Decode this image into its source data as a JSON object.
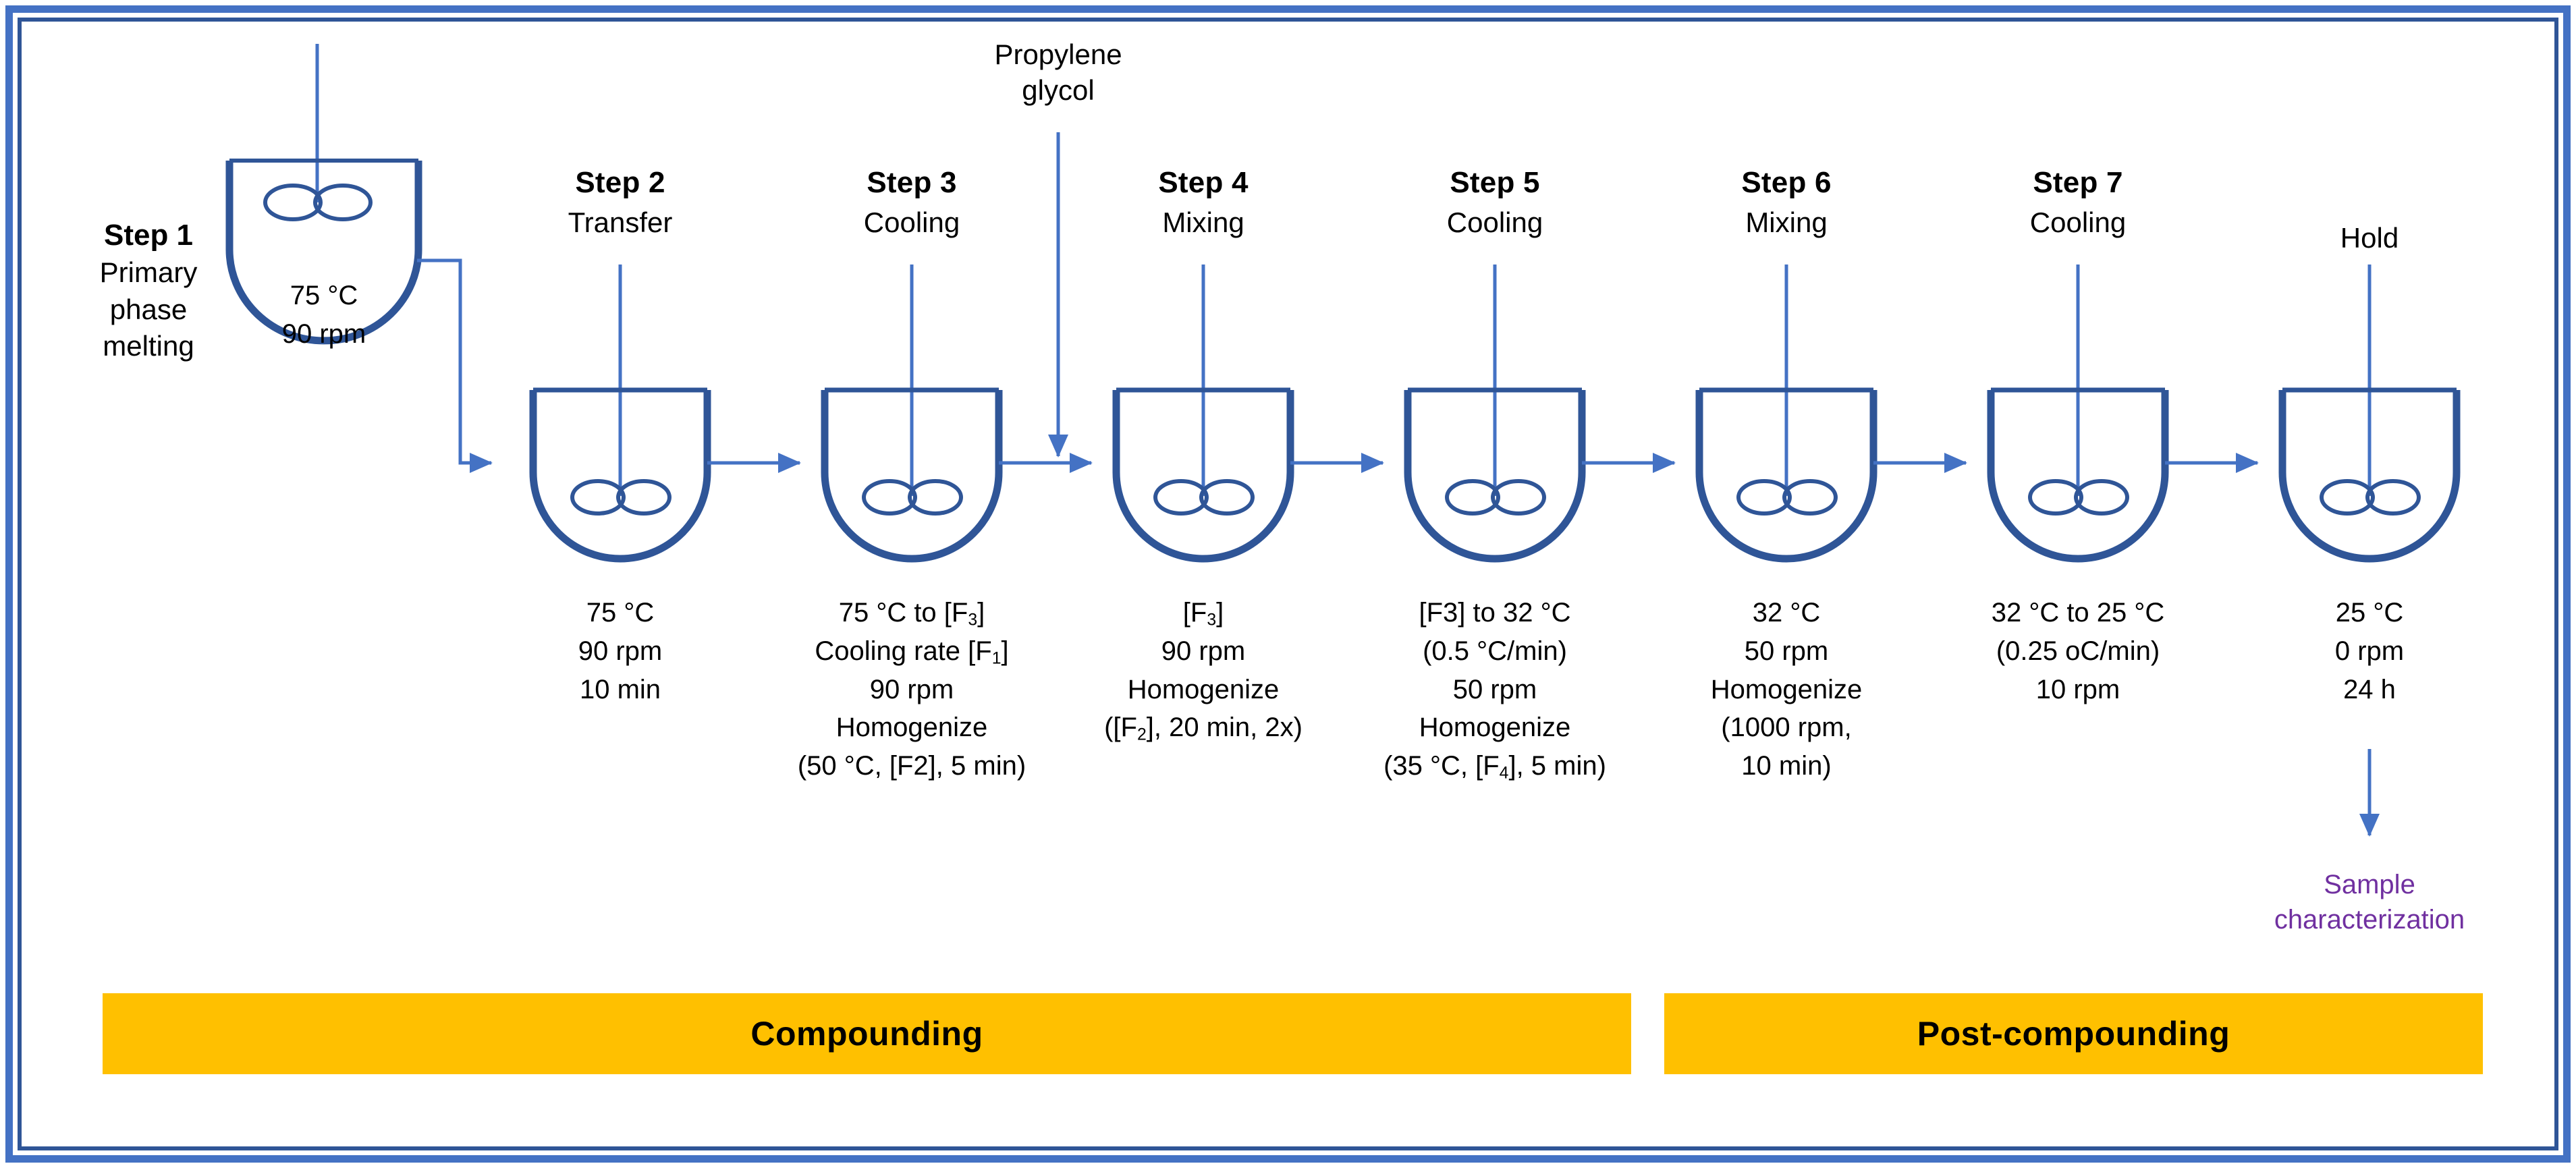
{
  "diagram": {
    "title": "Hot-melt compounding process flow",
    "colors": {
      "frame_outer": "#4472C4",
      "frame_inner": "#2F5597",
      "vessel_stroke": "#2F5597",
      "arrow": "#4472C4",
      "banner": "#FFC000",
      "sample_text": "#7030A0",
      "text": "#000000"
    }
  },
  "feed": {
    "line1": "Propylene",
    "line2": "glycol"
  },
  "step1": {
    "number": "Step 1",
    "sub1": "Primary",
    "sub2": "phase",
    "sub3": "melting",
    "body": [
      "75 °C",
      "90 rpm"
    ]
  },
  "steps": [
    {
      "number": "Step 2",
      "sub": "Transfer",
      "body": [
        "75 °C",
        "90 rpm",
        "10 min"
      ]
    },
    {
      "number": "Step 3",
      "sub": "Cooling",
      "body": [
        "75 °C to [F<sub>3</sub>]",
        "Cooling rate [F<sub>1</sub>]",
        "90 rpm",
        "Homogenize",
        "(50 °C, [F2], 5 min)"
      ]
    },
    {
      "number": "Step 4",
      "sub": "Mixing",
      "body": [
        "[F<sub>3</sub>]",
        "90 rpm",
        "Homogenize",
        "([F<sub>2</sub>], 20 min, 2x)"
      ]
    },
    {
      "number": "Step 5",
      "sub": "Cooling",
      "body": [
        "[F3] to 32 °C",
        "(0.5 °C/min)",
        "50 rpm",
        "Homogenize",
        "(35 °C, [F<sub>4</sub>], 5 min)"
      ]
    },
    {
      "number": "Step 6",
      "sub": "Mixing",
      "body": [
        "32 °C",
        "50 rpm",
        "Homogenize",
        "(1000 rpm,",
        "10 min)"
      ]
    },
    {
      "number": "Step 7",
      "sub": "Cooling",
      "body": [
        "32 °C to 25 °C",
        "(0.25 oC/min)",
        "10 rpm"
      ]
    },
    {
      "number": "",
      "sub": "Hold",
      "body": [
        "25 °C",
        "0 rpm",
        "24 h"
      ]
    }
  ],
  "sample": {
    "line1": "Sample",
    "line2": "characterization"
  },
  "banners": [
    {
      "label": "Compounding"
    },
    {
      "label": "Post-compounding"
    }
  ]
}
